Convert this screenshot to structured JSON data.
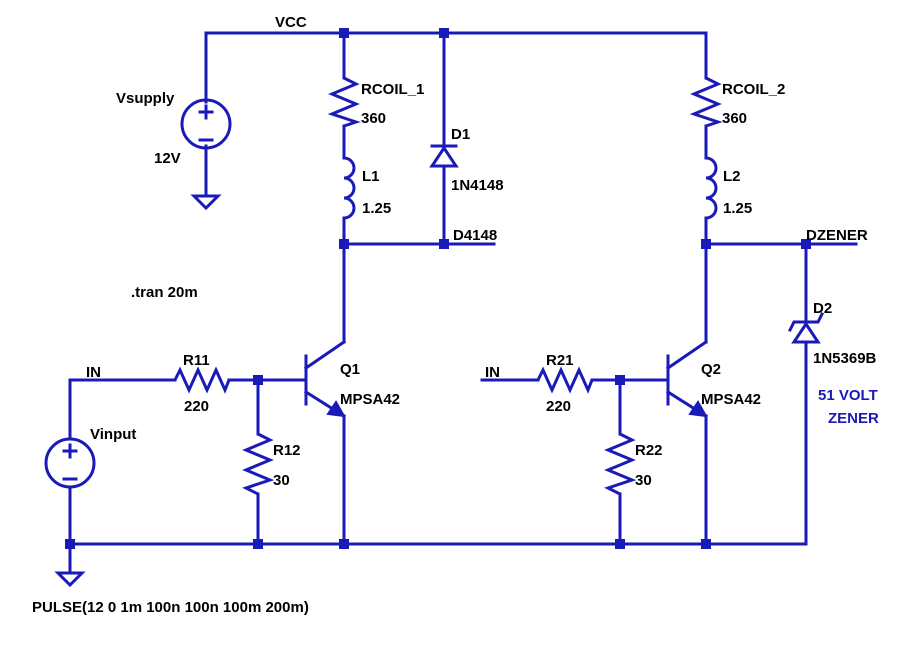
{
  "nets": {
    "vcc": "VCC",
    "in_left": "IN",
    "in_right": "IN",
    "d4148": "D4148",
    "dzener": "DZENER"
  },
  "directive": ".tran 20m",
  "vsupply": {
    "name": "Vsupply",
    "value": "12V"
  },
  "vinput": {
    "name": "Vinput",
    "value": "PULSE(12 0 1m 100n 100n 100m 200m)"
  },
  "rcoil1": {
    "name": "RCOIL_1",
    "value": "360"
  },
  "rcoil2": {
    "name": "RCOIL_2",
    "value": "360"
  },
  "l1": {
    "name": "L1",
    "value": "1.25"
  },
  "l2": {
    "name": "L2",
    "value": "1.25"
  },
  "d1": {
    "name": "D1",
    "value": "1N4148"
  },
  "d2": {
    "name": "D2",
    "value": "1N5369B"
  },
  "r11": {
    "name": "R11",
    "value": "220"
  },
  "r12": {
    "name": "R12",
    "value": "30"
  },
  "r21": {
    "name": "R21",
    "value": "220"
  },
  "r22": {
    "name": "R22",
    "value": "30"
  },
  "q1": {
    "name": "Q1",
    "value": "MPSA42"
  },
  "q2": {
    "name": "Q2",
    "value": "MPSA42"
  },
  "zener_note": {
    "line1": "51 VOLT",
    "line2": "ZENER"
  },
  "wire_color": "#1a1ab8",
  "label_color": "#000000"
}
